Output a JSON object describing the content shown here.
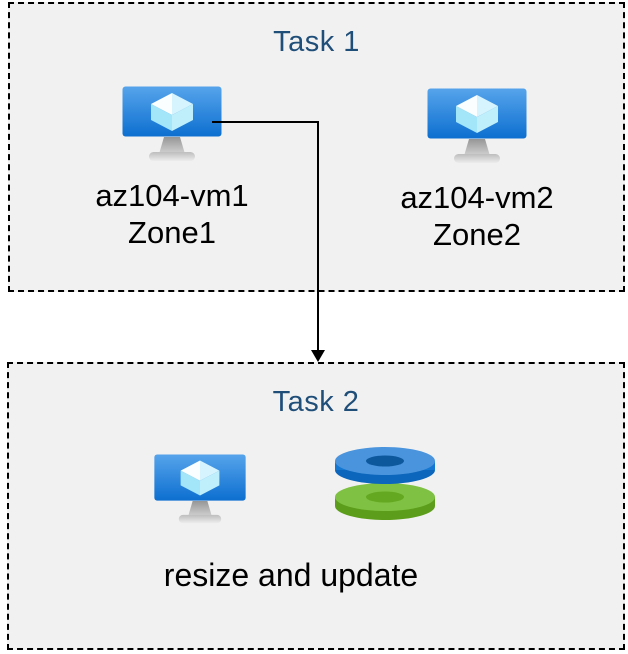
{
  "diagram": {
    "task1": {
      "title": "Task 1",
      "items": [
        {
          "label_line1": "az104-vm1",
          "label_line2": "Zone1",
          "icon": "virtual-machine-icon"
        },
        {
          "label_line1": "az104-vm2",
          "label_line2": "Zone2",
          "icon": "virtual-machine-icon"
        }
      ]
    },
    "task2": {
      "title": "Task 2",
      "caption": "resize and update",
      "icons": [
        "virtual-machine-icon",
        "disks-icon"
      ]
    },
    "connector": {
      "from": "az104-vm1",
      "to": "Task 2",
      "style": "elbow-arrow"
    },
    "colors": {
      "title_text": "#1F4E79",
      "body_text": "#000000",
      "box_fill": "#F1F1F1",
      "box_border": "#000000",
      "arrow": "#000000",
      "vm_screen_top": "#56A4EB",
      "vm_screen_bottom": "#0D6FD0",
      "cube_light": "#FBFEFF",
      "cube_cyan": "#A3E5F9",
      "disk_blue_top": "#4A94DD",
      "disk_blue_side": "#1478D3",
      "disk_blue_hole": "#0D579D",
      "disk_green_top": "#7FC142",
      "disk_green_side": "#5C9E1B",
      "disk_green_hole": "#63A820"
    }
  }
}
